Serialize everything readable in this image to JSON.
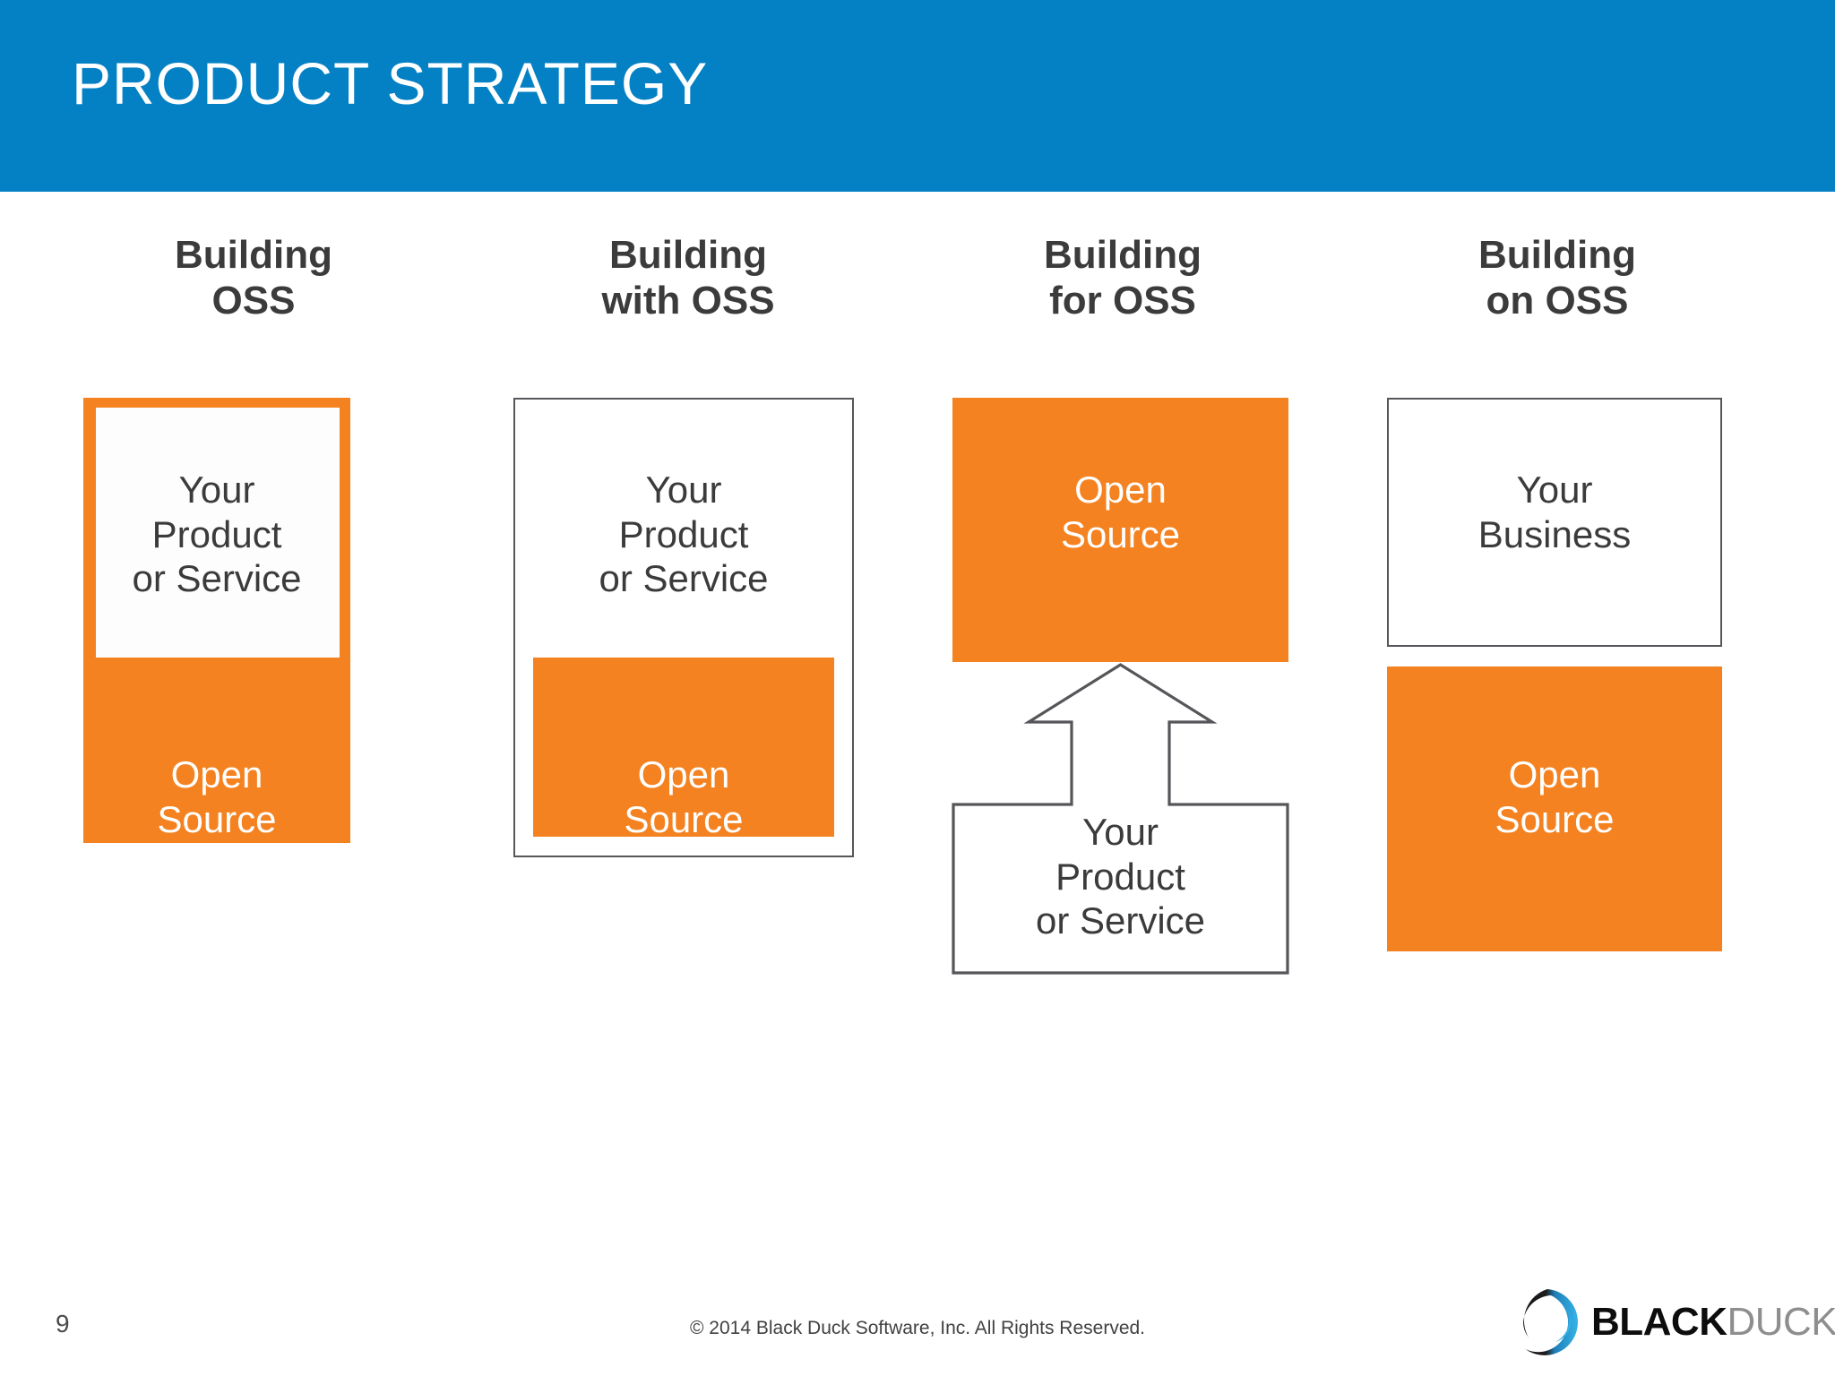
{
  "header": {
    "title": "PRODUCT STRATEGY",
    "background_color": "#0481c4",
    "text_color": "#ffffff"
  },
  "theme": {
    "orange": "#f58220",
    "outline": "#56565a",
    "text_dark": "#3b3b3b",
    "text_white": "#ffffff",
    "page_background": "#ffffff"
  },
  "columns": [
    {
      "title": "Building\nOSS",
      "pattern": "orange-frame-around-white",
      "blocks": [
        {
          "label": "Your\nProduct\nor Service",
          "fill": "white",
          "text_color": "#3b3b3b"
        },
        {
          "label": "Open\nSource",
          "fill": "orange",
          "text_color": "#ffffff"
        }
      ]
    },
    {
      "title": "Building\nwith OSS",
      "pattern": "outlined-container-with-orange-block",
      "blocks": [
        {
          "label": "Your\nProduct\nor Service",
          "fill": "white",
          "text_color": "#3b3b3b"
        },
        {
          "label": "Open\nSource",
          "fill": "orange",
          "text_color": "#ffffff"
        }
      ]
    },
    {
      "title": "Building\nfor OSS",
      "pattern": "orange-block-above-arrow-box",
      "blocks": [
        {
          "label": "Open\nSource",
          "fill": "orange",
          "text_color": "#ffffff"
        },
        {
          "label": "Your\nProduct\nor Service",
          "fill": "white-outlined-arrow",
          "text_color": "#3b3b3b"
        }
      ]
    },
    {
      "title": "Building\non OSS",
      "pattern": "outlined-box-above-orange-block",
      "blocks": [
        {
          "label": "Your\nBusiness",
          "fill": "white",
          "text_color": "#3b3b3b"
        },
        {
          "label": "Open\nSource",
          "fill": "orange",
          "text_color": "#ffffff"
        }
      ]
    }
  ],
  "footer": {
    "page_number": "9",
    "copyright": "© 2014 Black Duck Software, Inc.  All Rights Reserved.",
    "logo": {
      "primary_text": "BLACK",
      "secondary_text": "DUCK",
      "mark": "circular-swoosh",
      "mark_colors": [
        "#1b1b1b",
        "#29a3dc"
      ]
    }
  }
}
